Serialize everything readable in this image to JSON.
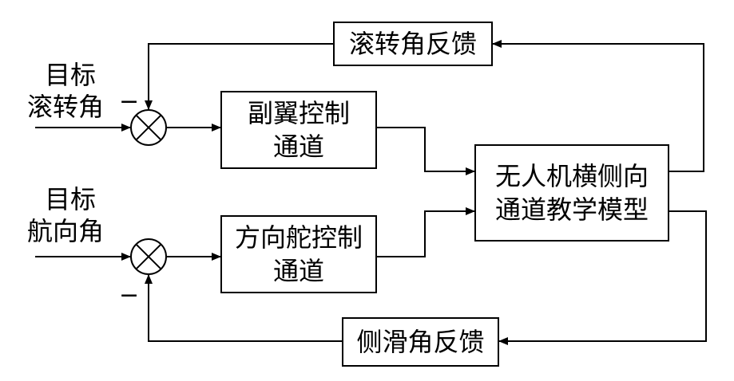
{
  "labels": {
    "target_roll_line1": "目标",
    "target_roll_line2": "滚转角",
    "target_heading_line1": "目标",
    "target_heading_line2": "航向角",
    "minus_top": "−",
    "minus_bottom": "−"
  },
  "blocks": {
    "roll_feedback": "滚转角反馈",
    "aileron_line1": "副翼控制",
    "aileron_line2": "通道",
    "rudder_line1": "方向舵控制",
    "rudder_line2": "通道",
    "model_line1": "无人机横侧向",
    "model_line2": "通道教学模型",
    "sideslip_feedback": "侧滑角反馈"
  }
}
